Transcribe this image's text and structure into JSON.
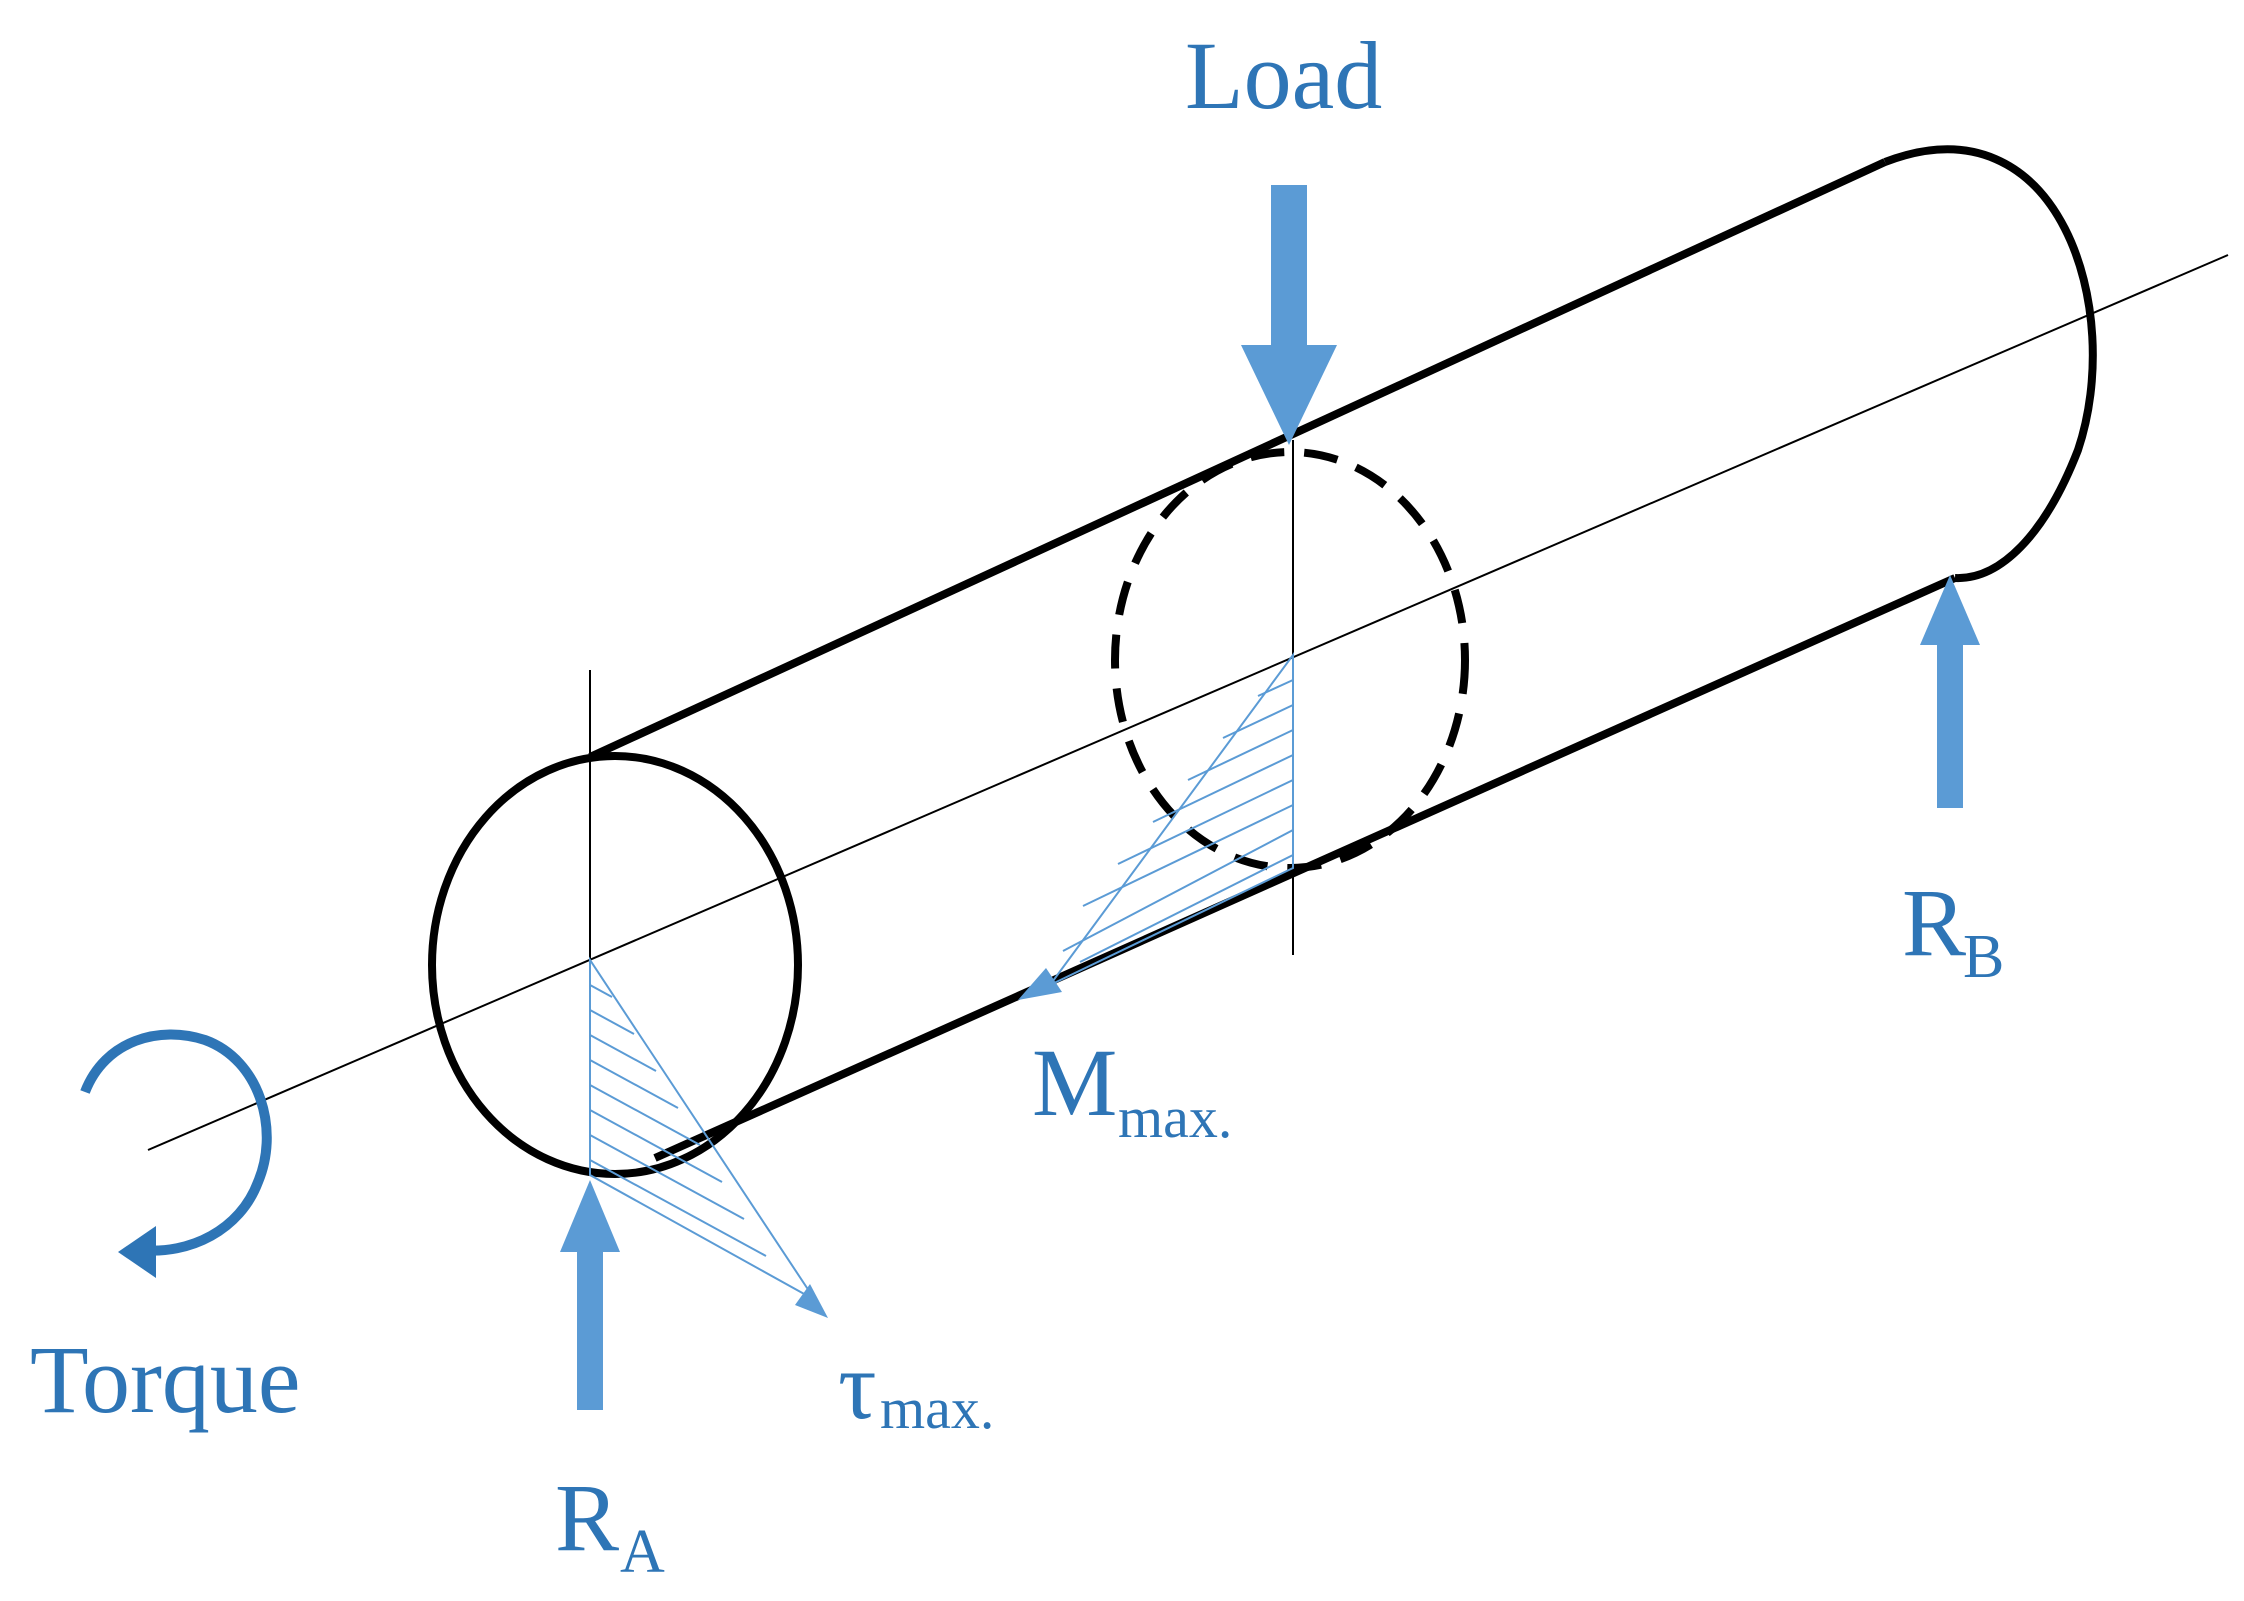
{
  "labels": {
    "load": "Load",
    "torque": "Torque",
    "ra_main": "R",
    "ra_sub": "A",
    "rb_main": "R",
    "rb_sub": "B",
    "m_main": "M",
    "m_sub": "max.",
    "tau_main": "τ",
    "tau_sub": "max."
  },
  "colors": {
    "accent": "#5b9bd5",
    "label": "#2e75b6",
    "outline": "#000000"
  },
  "icons": {
    "torque": "curved-arrow-icon"
  }
}
